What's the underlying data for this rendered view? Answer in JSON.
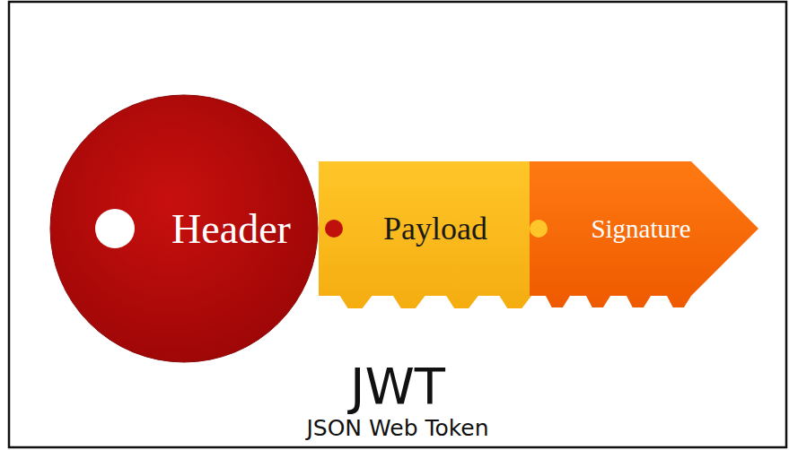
{
  "diagram": {
    "title": "JWT",
    "caption": "JSON Web Token",
    "nodes": [
      {
        "text": [
          "Header"
        ]
      },
      {
        "text": [
          "Payload"
        ]
      },
      {
        "text": [
          "Signature"
        ]
      }
    ]
  }
}
